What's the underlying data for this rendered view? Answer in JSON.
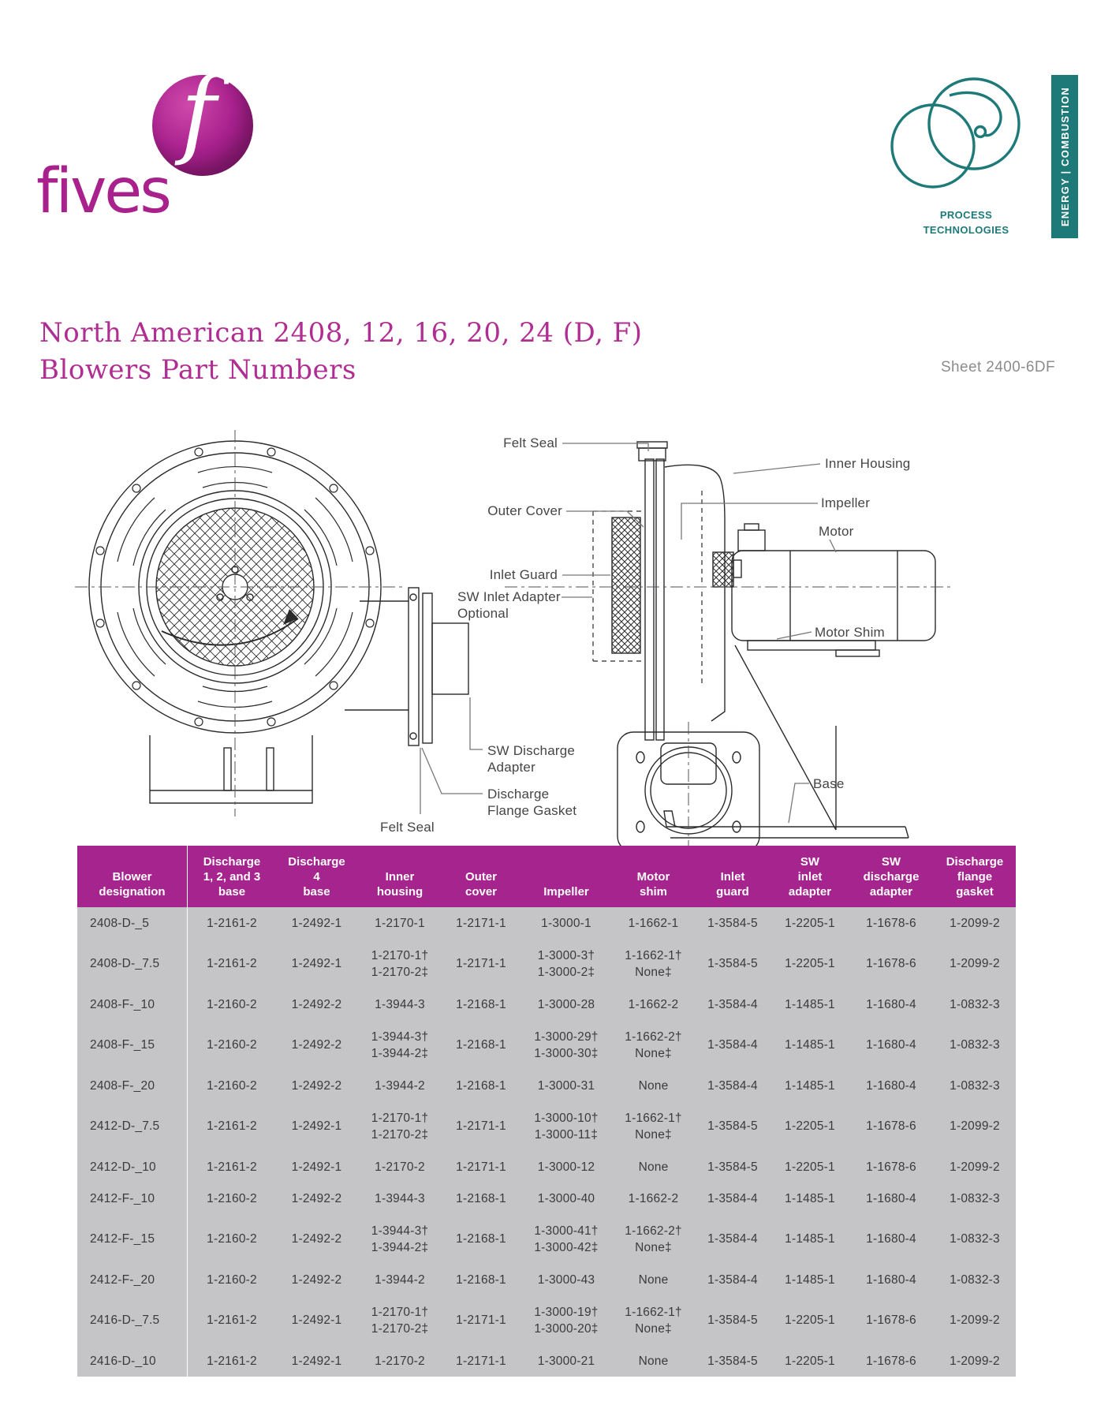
{
  "brand": {
    "wordmark": "fives",
    "logo_f": "f",
    "process_line1": "PROCESS",
    "process_line2": "TECHNOLOGIES",
    "banner": "ENERGY | COMBUSTION",
    "magenta": "#a8218d",
    "teal": "#1d7a78"
  },
  "header": {
    "title_line1": "North American 2408, 12, 16, 20, 24 (D, F)",
    "title_line2": "Blowers Part Numbers",
    "sheet": "Sheet 2400-6DF"
  },
  "diagram": {
    "labels": {
      "felt_seal_top": "Felt Seal",
      "inner_housing": "Inner Housing",
      "outer_cover": "Outer Cover",
      "impeller": "Impeller",
      "motor": "Motor",
      "inlet_guard": "Inlet Guard",
      "sw_inlet_adapter": "SW Inlet Adapter",
      "sw_inlet_optional": "Optional",
      "motor_shim": "Motor Shim",
      "sw_discharge_1": "SW Discharge",
      "sw_discharge_2": "Adapter",
      "flange_gasket_1": "Discharge",
      "flange_gasket_2": "Flange Gasket",
      "felt_seal_bottom": "Felt Seal",
      "base": "Base"
    }
  },
  "table": {
    "header_bg": "#a5248e",
    "body_bg": "#c5c5c7",
    "headers": [
      [
        "Blower",
        "designation"
      ],
      [
        "Discharge",
        "1, 2, and 3",
        "base"
      ],
      [
        "Discharge",
        "4",
        "base"
      ],
      [
        "Inner",
        "housing"
      ],
      [
        "Outer",
        "cover"
      ],
      [
        "Impeller"
      ],
      [
        "Motor",
        "shim"
      ],
      [
        "Inlet",
        "guard"
      ],
      [
        "SW",
        "inlet",
        "adapter"
      ],
      [
        "SW",
        "discharge",
        "adapter"
      ],
      [
        "Discharge",
        "flange",
        "gasket"
      ]
    ],
    "rows": [
      [
        [
          "2408-D-_5"
        ],
        [
          "1-2161-2"
        ],
        [
          "1-2492-1"
        ],
        [
          "1-2170-1"
        ],
        [
          "1-2171-1"
        ],
        [
          "1-3000-1"
        ],
        [
          "1-1662-1"
        ],
        [
          "1-3584-5"
        ],
        [
          "1-2205-1"
        ],
        [
          "1-1678-6"
        ],
        [
          "1-2099-2"
        ]
      ],
      [
        [
          "2408-D-_7.5"
        ],
        [
          "1-2161-2"
        ],
        [
          "1-2492-1"
        ],
        [
          "1-2170-1†",
          "1-2170-2‡"
        ],
        [
          "1-2171-1"
        ],
        [
          "1-3000-3†",
          "1-3000-2‡"
        ],
        [
          "1-1662-1†",
          "None‡"
        ],
        [
          "1-3584-5"
        ],
        [
          "1-2205-1"
        ],
        [
          "1-1678-6"
        ],
        [
          "1-2099-2"
        ]
      ],
      [
        [
          "2408-F-_10"
        ],
        [
          "1-2160-2"
        ],
        [
          "1-2492-2"
        ],
        [
          "1-3944-3"
        ],
        [
          "1-2168-1"
        ],
        [
          "1-3000-28"
        ],
        [
          "1-1662-2"
        ],
        [
          "1-3584-4"
        ],
        [
          "1-1485-1"
        ],
        [
          "1-1680-4"
        ],
        [
          "1-0832-3"
        ]
      ],
      [
        [
          "2408-F-_15"
        ],
        [
          "1-2160-2"
        ],
        [
          "1-2492-2"
        ],
        [
          "1-3944-3†",
          "1-3944-2‡"
        ],
        [
          "1-2168-1"
        ],
        [
          "1-3000-29†",
          "1-3000-30‡"
        ],
        [
          "1-1662-2†",
          "None‡"
        ],
        [
          "1-3584-4"
        ],
        [
          "1-1485-1"
        ],
        [
          "1-1680-4"
        ],
        [
          "1-0832-3"
        ]
      ],
      [
        [
          "2408-F-_20"
        ],
        [
          "1-2160-2"
        ],
        [
          "1-2492-2"
        ],
        [
          "1-3944-2"
        ],
        [
          "1-2168-1"
        ],
        [
          "1-3000-31"
        ],
        [
          "None"
        ],
        [
          "1-3584-4"
        ],
        [
          "1-1485-1"
        ],
        [
          "1-1680-4"
        ],
        [
          "1-0832-3"
        ]
      ],
      [
        [
          "2412-D-_7.5"
        ],
        [
          "1-2161-2"
        ],
        [
          "1-2492-1"
        ],
        [
          "1-2170-1†",
          "1-2170-2‡"
        ],
        [
          "1-2171-1"
        ],
        [
          "1-3000-10†",
          "1-3000-11‡"
        ],
        [
          "1-1662-1†",
          "None‡"
        ],
        [
          "1-3584-5"
        ],
        [
          "1-2205-1"
        ],
        [
          "1-1678-6"
        ],
        [
          "1-2099-2"
        ]
      ],
      [
        [
          "2412-D-_10"
        ],
        [
          "1-2161-2"
        ],
        [
          "1-2492-1"
        ],
        [
          "1-2170-2"
        ],
        [
          "1-2171-1"
        ],
        [
          "1-3000-12"
        ],
        [
          "None"
        ],
        [
          "1-3584-5"
        ],
        [
          "1-2205-1"
        ],
        [
          "1-1678-6"
        ],
        [
          "1-2099-2"
        ]
      ],
      [
        [
          "2412-F-_10"
        ],
        [
          "1-2160-2"
        ],
        [
          "1-2492-2"
        ],
        [
          "1-3944-3"
        ],
        [
          "1-2168-1"
        ],
        [
          "1-3000-40"
        ],
        [
          "1-1662-2"
        ],
        [
          "1-3584-4"
        ],
        [
          "1-1485-1"
        ],
        [
          "1-1680-4"
        ],
        [
          "1-0832-3"
        ]
      ],
      [
        [
          "2412-F-_15"
        ],
        [
          "1-2160-2"
        ],
        [
          "1-2492-2"
        ],
        [
          "1-3944-3†",
          "1-3944-2‡"
        ],
        [
          "1-2168-1"
        ],
        [
          "1-3000-41†",
          "1-3000-42‡"
        ],
        [
          "1-1662-2†",
          "None‡"
        ],
        [
          "1-3584-4"
        ],
        [
          "1-1485-1"
        ],
        [
          "1-1680-4"
        ],
        [
          "1-0832-3"
        ]
      ],
      [
        [
          "2412-F-_20"
        ],
        [
          "1-2160-2"
        ],
        [
          "1-2492-2"
        ],
        [
          "1-3944-2"
        ],
        [
          "1-2168-1"
        ],
        [
          "1-3000-43"
        ],
        [
          "None"
        ],
        [
          "1-3584-4"
        ],
        [
          "1-1485-1"
        ],
        [
          "1-1680-4"
        ],
        [
          "1-0832-3"
        ]
      ],
      [
        [
          "2416-D-_7.5"
        ],
        [
          "1-2161-2"
        ],
        [
          "1-2492-1"
        ],
        [
          "1-2170-1†",
          "1-2170-2‡"
        ],
        [
          "1-2171-1"
        ],
        [
          "1-3000-19†",
          "1-3000-20‡"
        ],
        [
          "1-1662-1†",
          "None‡"
        ],
        [
          "1-3584-5"
        ],
        [
          "1-2205-1"
        ],
        [
          "1-1678-6"
        ],
        [
          "1-2099-2"
        ]
      ],
      [
        [
          "2416-D-_10"
        ],
        [
          "1-2161-2"
        ],
        [
          "1-2492-1"
        ],
        [
          "1-2170-2"
        ],
        [
          "1-2171-1"
        ],
        [
          "1-3000-21"
        ],
        [
          "None"
        ],
        [
          "1-3584-5"
        ],
        [
          "1-2205-1"
        ],
        [
          "1-1678-6"
        ],
        [
          "1-2099-2"
        ]
      ]
    ]
  }
}
